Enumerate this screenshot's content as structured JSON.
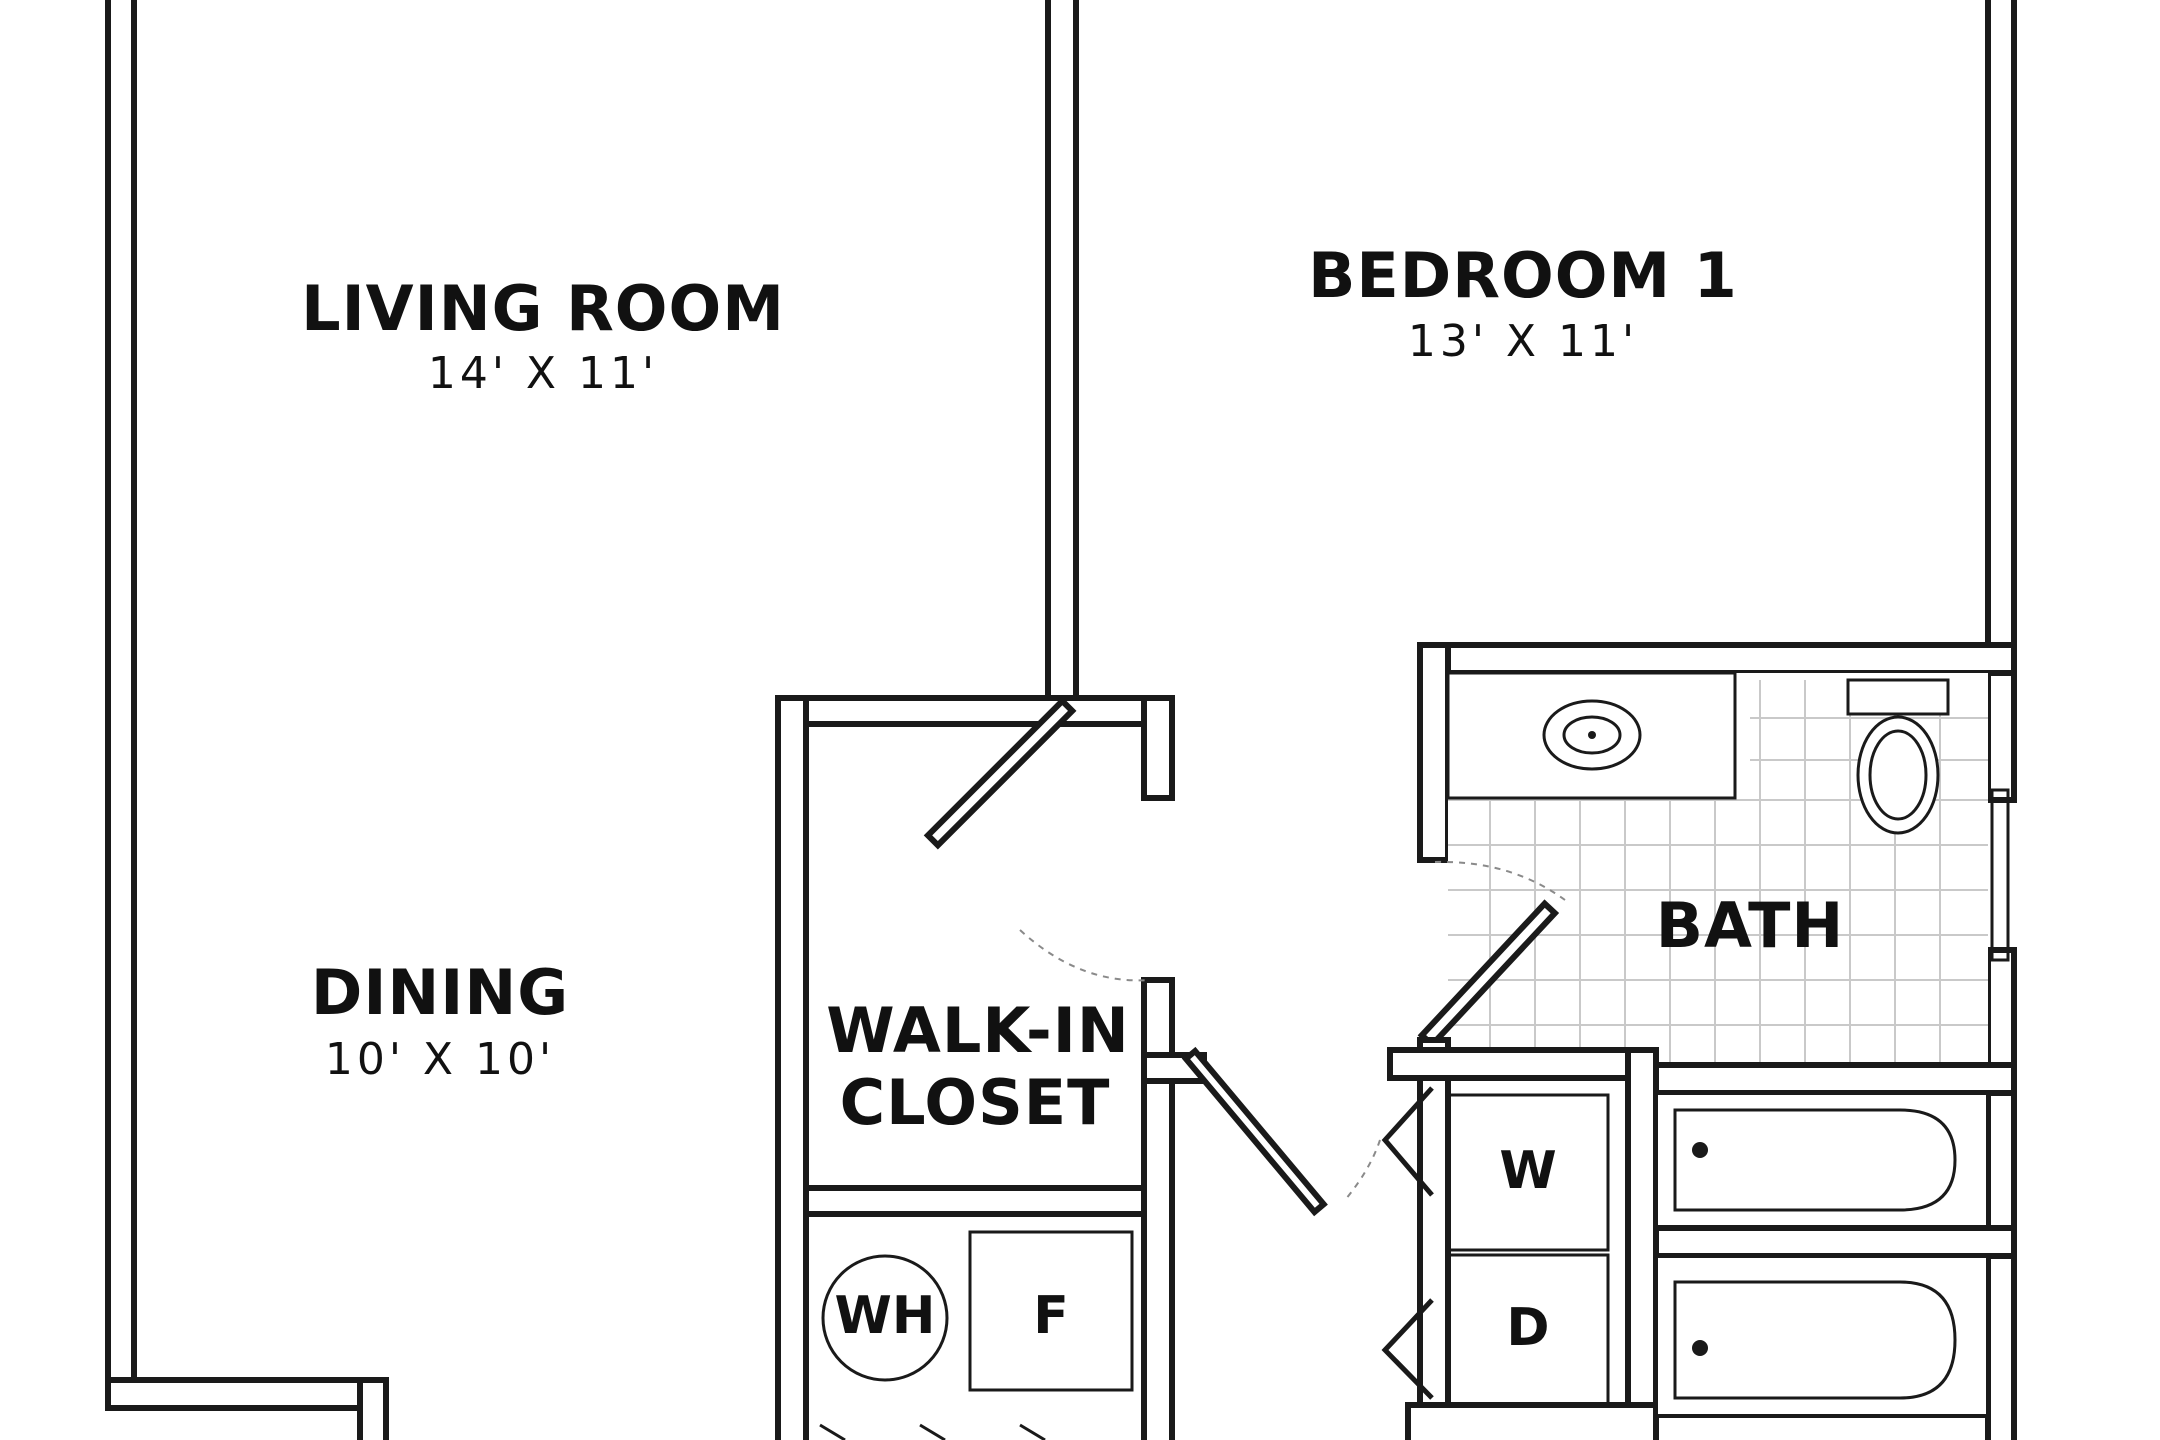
{
  "rooms": {
    "living": {
      "name": "LIVING ROOM",
      "dims": "14' X 11'"
    },
    "bedroom": {
      "name": "BEDROOM 1",
      "dims": "13' X 11'"
    },
    "dining": {
      "name": "DINING",
      "dims": "10' X 10'"
    },
    "bath": {
      "name": "BATH"
    },
    "closet": {
      "line1": "WALK-IN",
      "line2": "CLOSET"
    }
  },
  "fixtures": {
    "washer": "W",
    "dryer": "D",
    "water_heater": "WH",
    "furnace": "F"
  }
}
